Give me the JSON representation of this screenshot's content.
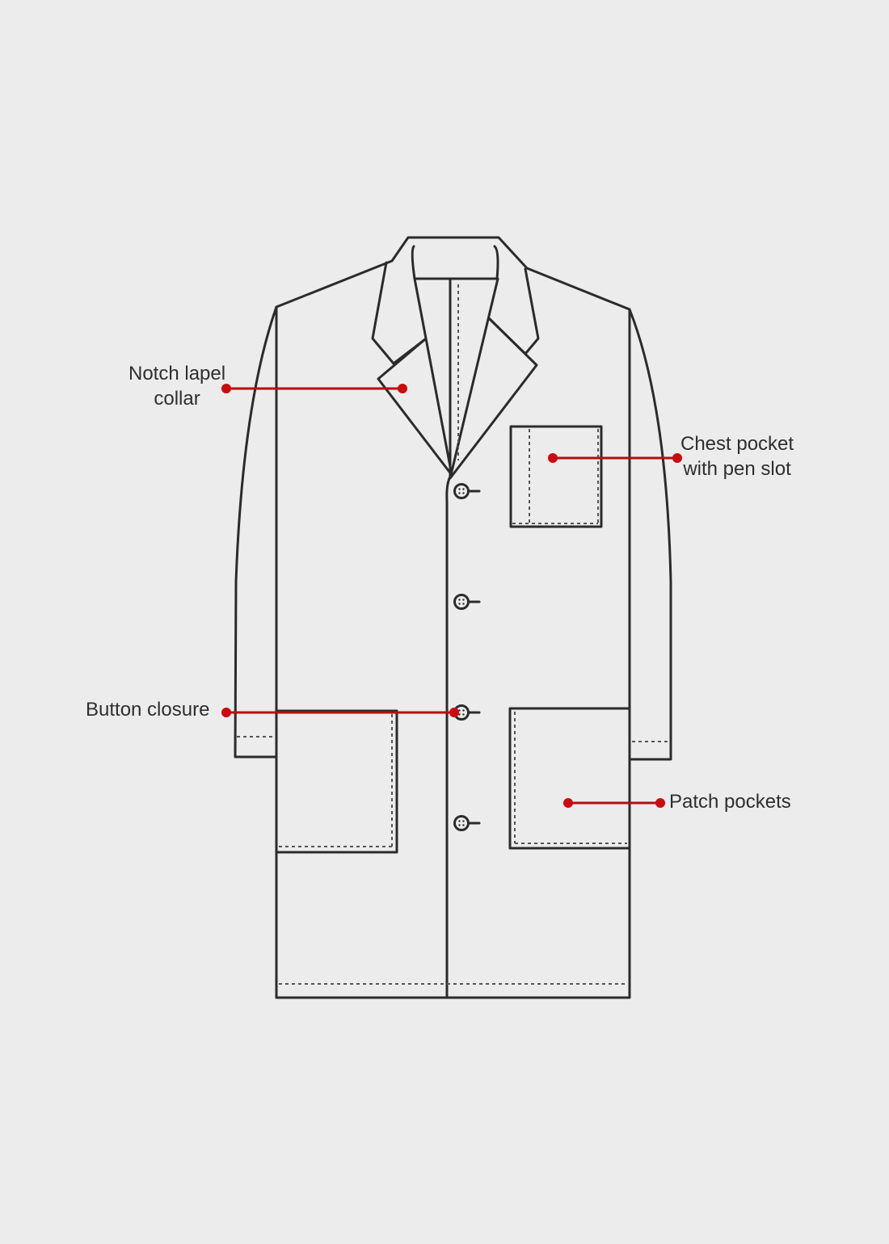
{
  "title": "Lab coat technical flat sketch",
  "colors": {
    "background": "#ececec",
    "outline": "#2b2b2b",
    "callout": "#cc0a0f"
  },
  "callouts": [
    {
      "id": "notch-lapel-collar",
      "lines": [
        "Notch lapel",
        "collar"
      ]
    },
    {
      "id": "chest-pocket",
      "lines": [
        "Chest pocket",
        "with pen slot"
      ]
    },
    {
      "id": "button-closure",
      "lines": [
        "Button closure"
      ]
    },
    {
      "id": "patch-pockets",
      "lines": [
        "Patch pockets"
      ]
    }
  ]
}
